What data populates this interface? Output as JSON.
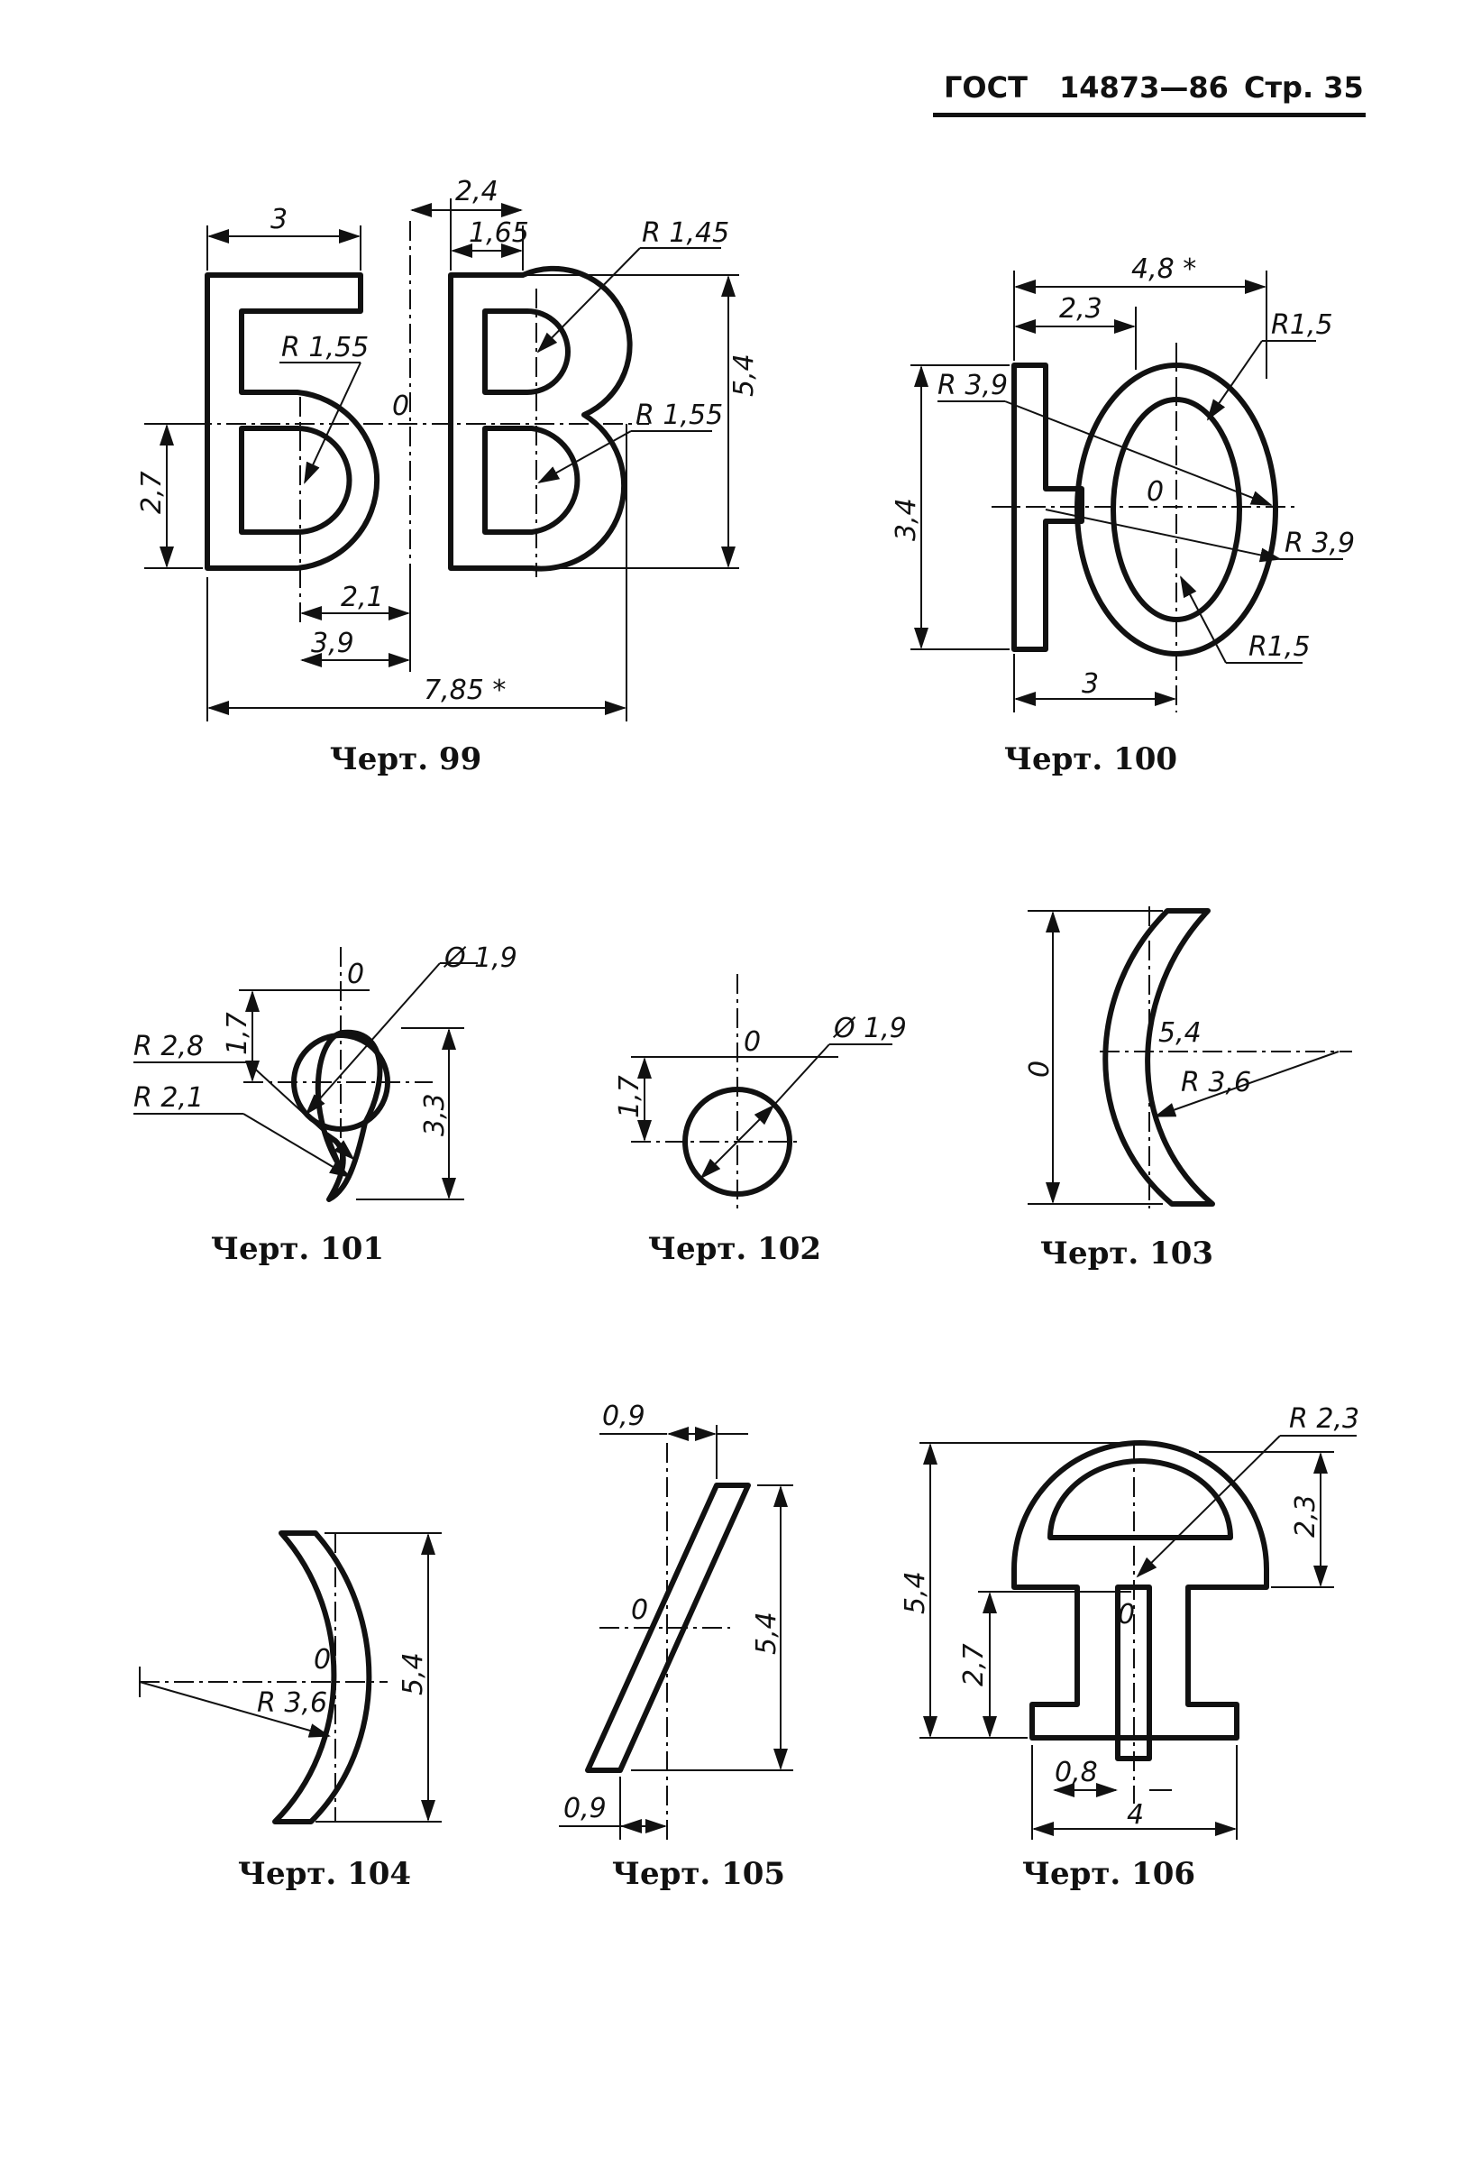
{
  "header": {
    "standard": "ГОСТ",
    "number": "14873—86",
    "page": "Стр. 35"
  },
  "figures": [
    {
      "id": "fig99",
      "caption": "Черт. 99",
      "labels": [
        "3",
        "2,4",
        "1,65",
        "R 1,45",
        "R 1,55",
        "0",
        "R 1,55",
        "5,4",
        "2,7",
        "2,1",
        "3,9",
        "7,85 *"
      ]
    },
    {
      "id": "fig100",
      "caption": "Черт. 100",
      "labels": [
        "4,8 *",
        "2,3",
        "R1,5",
        "R 3,9",
        "0",
        "3,4",
        "R 3,9",
        "R1,5",
        "3"
      ]
    },
    {
      "id": "fig101",
      "caption": "Черт. 101",
      "labels": [
        "0",
        "Ø 1,9",
        "1,7",
        "R 2,8",
        "3,3",
        "R 2,1"
      ]
    },
    {
      "id": "fig102",
      "caption": "Черт. 102",
      "labels": [
        "0",
        "Ø 1,9",
        "1,7"
      ]
    },
    {
      "id": "fig103",
      "caption": "Черт. 103",
      "labels": [
        "5,4",
        "0",
        "R 3,6"
      ]
    },
    {
      "id": "fig104",
      "caption": "Черт. 104",
      "labels": [
        "0",
        "R 3,6",
        "5,4"
      ]
    },
    {
      "id": "fig105",
      "caption": "Черт. 105",
      "labels": [
        "0,9",
        "0",
        "5,4",
        "0,9"
      ]
    },
    {
      "id": "fig106",
      "caption": "Черт. 106",
      "labels": [
        "R 2,3",
        "2,3",
        "5,4",
        "0",
        "2,7",
        "0,8",
        "4"
      ]
    }
  ]
}
